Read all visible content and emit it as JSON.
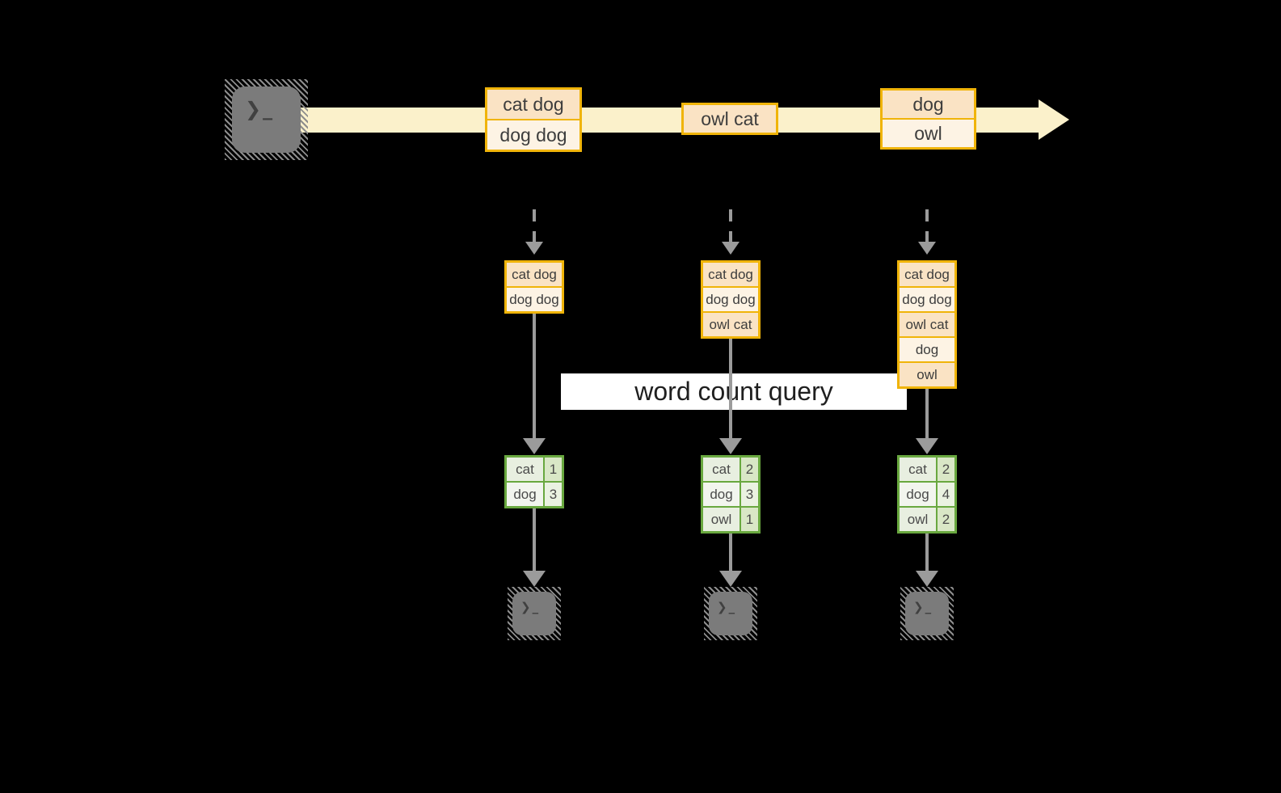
{
  "banner": {
    "label": "word count query"
  },
  "stream": {
    "events": [
      {
        "rows": [
          "cat dog",
          "dog dog"
        ]
      },
      {
        "rows": [
          "owl cat"
        ]
      },
      {
        "rows": [
          "dog",
          "owl"
        ]
      }
    ]
  },
  "columns": [
    {
      "stack": [
        "cat dog",
        "dog dog"
      ],
      "counts": [
        {
          "word": "cat",
          "count": "1"
        },
        {
          "word": "dog",
          "count": "3"
        }
      ]
    },
    {
      "stack": [
        "cat dog",
        "dog dog",
        "owl cat"
      ],
      "counts": [
        {
          "word": "cat",
          "count": "2"
        },
        {
          "word": "dog",
          "count": "3"
        },
        {
          "word": "owl",
          "count": "1"
        }
      ]
    },
    {
      "stack": [
        "cat dog",
        "dog dog",
        "owl cat",
        "dog",
        "owl"
      ],
      "counts": [
        {
          "word": "cat",
          "count": "2"
        },
        {
          "word": "dog",
          "count": "4"
        },
        {
          "word": "owl",
          "count": "2"
        }
      ]
    }
  ],
  "icons": {
    "source_terminal": "terminal-icon",
    "output_terminal": "terminal-icon",
    "prompt": "❯_",
    "stream_arrow": "right-arrow-icon",
    "flow_arrow": "down-arrow-icon"
  },
  "colors": {
    "background": "#000000",
    "stream_band": "#fbf1cb",
    "event_border": "#f0b409",
    "event_fill_dark": "#fae3c4",
    "event_fill_light": "#fdf3e4",
    "table_border": "#69a83f",
    "table_fill_dark": "#d9e7c6",
    "table_fill_light": "#f2f5ee",
    "connector_gray": "#9b9b9b",
    "banner_background": "#ffffff"
  }
}
